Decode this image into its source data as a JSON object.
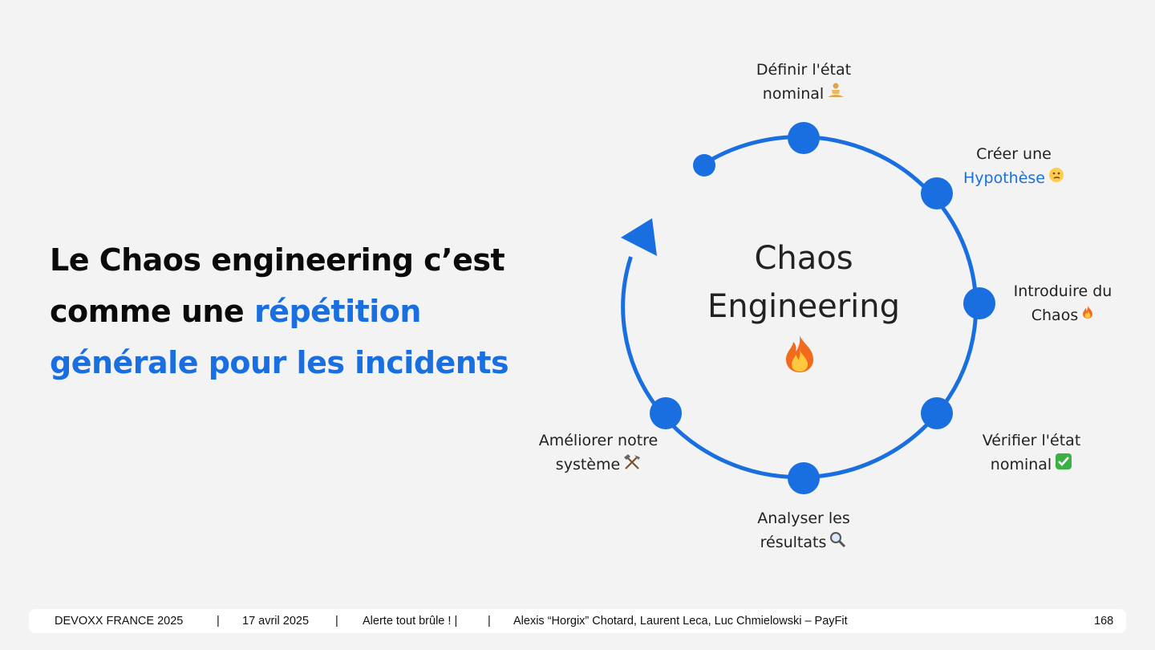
{
  "slide": {
    "headline": {
      "part1": "Le Chaos engineering c’est comme une ",
      "highlight": "répétition générale pour les incidents"
    },
    "cycle": {
      "center_title_line1": "Chaos",
      "center_title_line2": "Engineering",
      "center_icon": "fire-icon",
      "accent_color": "#1a6fe0",
      "steps": [
        {
          "line1": "Définir l'état",
          "line2": "nominal",
          "icon": "meditation-icon"
        },
        {
          "line1": "Créer une",
          "line2": "Hypothèse",
          "icon": "thinking-face-icon"
        },
        {
          "line1": "Introduire du",
          "line2": "Chaos",
          "icon": "fire-icon"
        },
        {
          "line1": "Vérifier l'état",
          "line2": "nominal",
          "icon": "check-mark-icon"
        },
        {
          "line1": "Analyser les",
          "line2": "résultats",
          "icon": "magnifier-icon"
        },
        {
          "line1": "Améliorer notre",
          "line2": "système",
          "icon": "hammer-pick-icon"
        }
      ]
    }
  },
  "footer": {
    "event": "DEVOXX FRANCE 2025",
    "sep": "|",
    "date": "17 avril 2025",
    "talk": "Alerte tout brûle ! |",
    "speakers": "Alexis “Horgix” Chotard, Laurent Leca, Luc Chmielowski – PayFit",
    "page_number": "168"
  }
}
